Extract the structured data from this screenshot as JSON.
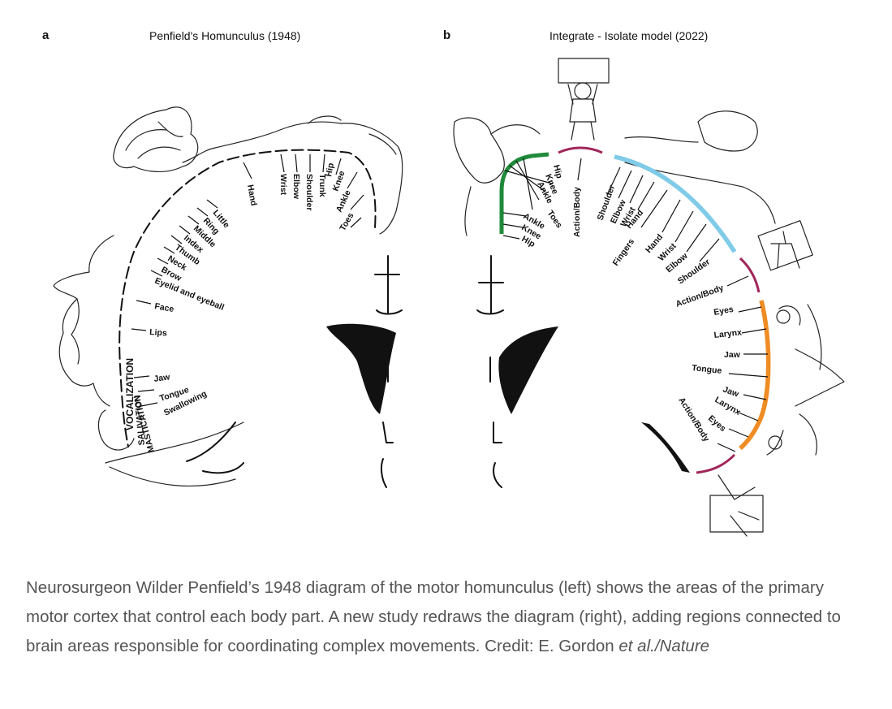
{
  "panel_a": {
    "letter": "a",
    "title": "Penfield's Homunculus (1948)",
    "labels_top": [
      "Toes",
      "Ankle",
      "Knee",
      "Hip",
      "Trunk",
      "Shoulder",
      "Elbow",
      "Wrist",
      "Hand"
    ],
    "labels_left": [
      "Little",
      "Ring",
      "Middle",
      "Index",
      "Thumb",
      "Neck",
      "Brow",
      "Eyelid and eyeball",
      "Face",
      "Lips",
      "Jaw",
      "Tongue",
      "Swallowing"
    ],
    "vertical_labels": [
      "VOCALIZATION",
      "SALIVATION",
      "MASTICATION"
    ]
  },
  "panel_b": {
    "letter": "b",
    "title": "Integrate - Isolate model (2022)",
    "labels_green": [
      "Hip",
      "Knee",
      "Ankle",
      "Toes",
      "Ankle",
      "Knee",
      "Hip"
    ],
    "labels_top": [
      "Action/Body",
      "Shoulder",
      "Elbow",
      "Wrist",
      "Hand",
      "Fingers",
      "Hand",
      "Wrist",
      "Elbow",
      "Shoulder"
    ],
    "labels_right": [
      "Action/Body",
      "Eyes",
      "Larynx",
      "Jaw",
      "Tongue",
      "Jaw",
      "Larynx",
      "Eyes",
      "Action/Body"
    ],
    "colors": {
      "feet": "#1f8a3a",
      "action": "#a0265a",
      "hands": "#7fcbe8",
      "face": "#ef8c23"
    }
  },
  "caption": {
    "text": "Neurosurgeon Wilder Penfield’s 1948 diagram of the motor homunculus (left) shows the areas of the primary motor cortex that control each body part. A new study redraws the diagram (right), adding regions connected to brain areas responsible for coordinating complex movements.  Credit: E. Gordon ",
    "credit_italic": "et al./Nature"
  }
}
